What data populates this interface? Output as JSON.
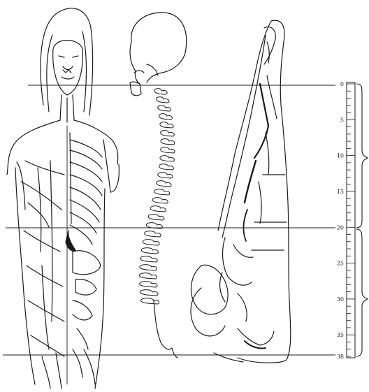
{
  "figure": {
    "ink_color": "#1a1a1a",
    "background": "#ffffff",
    "panels": [
      {
        "name": "front-torso-skeleton-figure"
      },
      {
        "name": "spine-side-view"
      },
      {
        "name": "organ-sagittal-section"
      }
    ],
    "ruler": {
      "labels": [
        "0",
        "5",
        "10",
        "15",
        "20",
        "25",
        "30",
        "35",
        "38"
      ]
    }
  }
}
